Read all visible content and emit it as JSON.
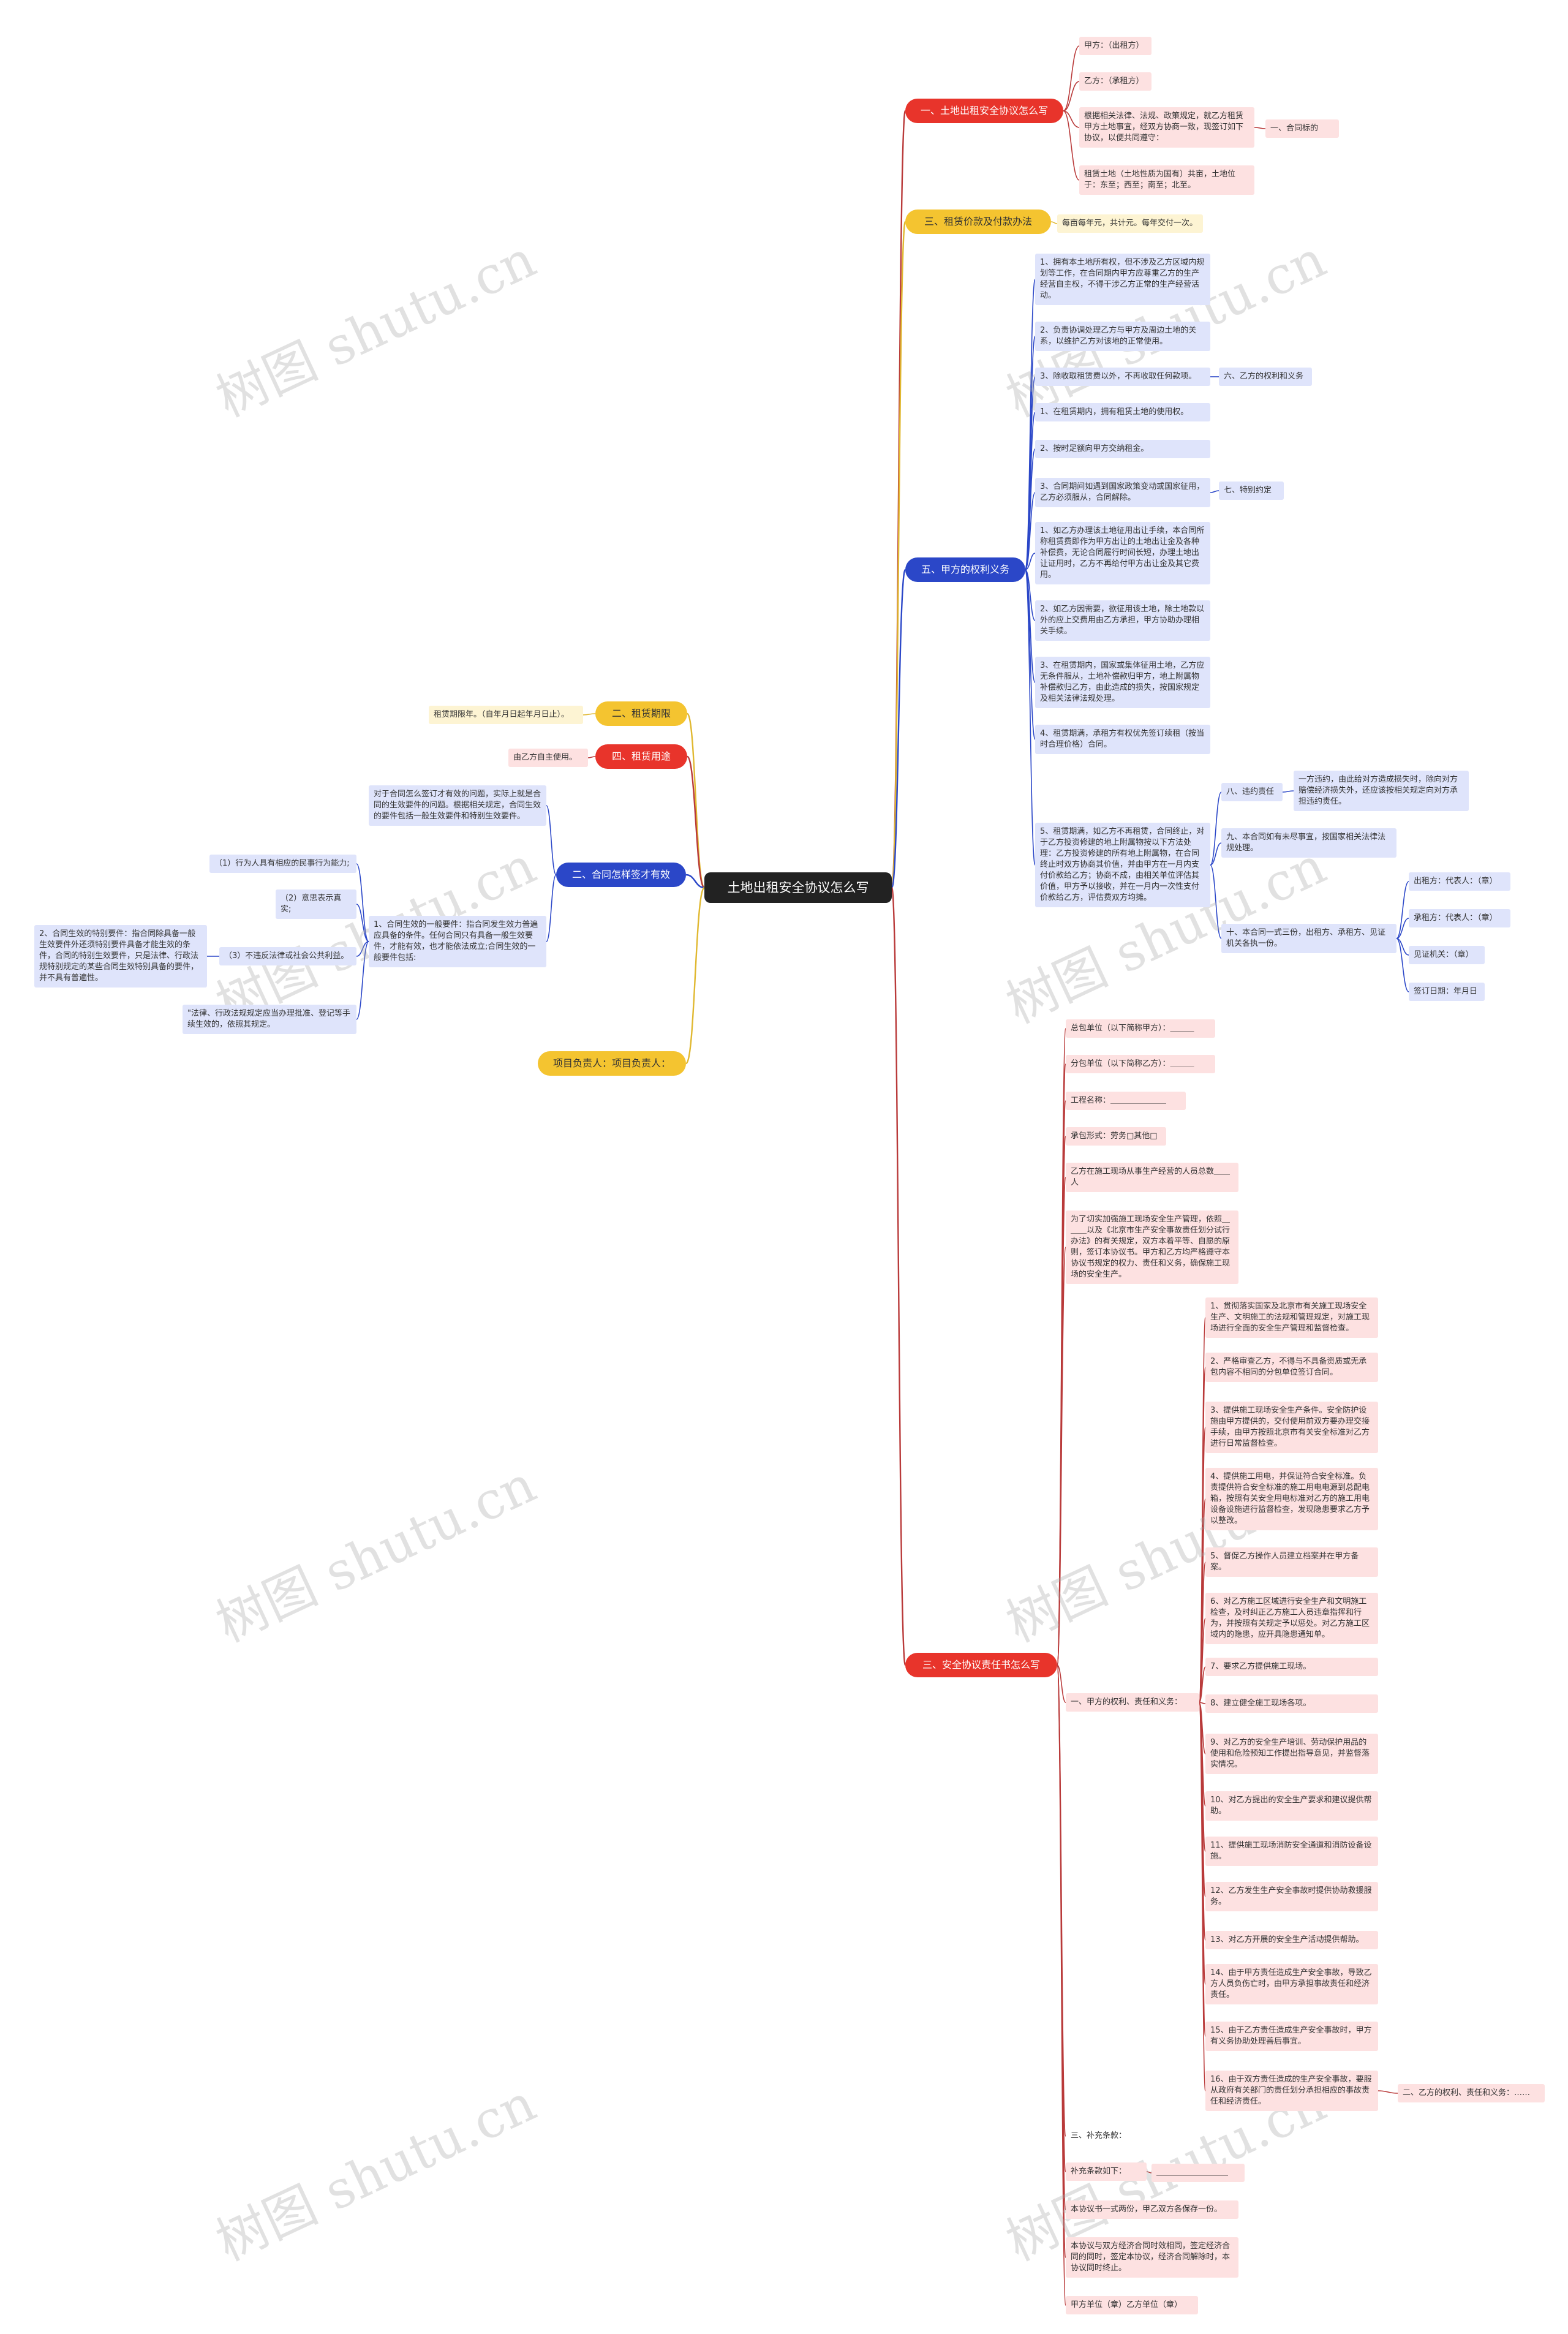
{
  "root": "土地出租安全协议怎么写",
  "colors": {
    "red": "#e8342b",
    "yellow": "#f4c430",
    "blue": "#2b47c8",
    "red_line": "#b93a3a",
    "yellow_line": "#e0b830",
    "blue_line": "#2b47c8"
  },
  "watermark": "树图 shutu.cn",
  "left": {
    "b_qixian": {
      "label": "二、租赁期限",
      "leaf": "租赁期限年。（自年月日起年月日止）。"
    },
    "b_yongtu": {
      "label": "四、租赁用途",
      "leaf": "由乙方自主使用。"
    },
    "b_youxiao": {
      "label": "二、合同怎样签才有效",
      "leaf1": "对于合同怎么签订才有效的问题，实际上就是合同的生效要件的问题。根据相关规定，合同生效的要件包括一般生效要件和特别生效要件。",
      "leaf2": "1、合同生效的一般要件：指合同发生效力普遍应具备的条件。任何合同只有具备一般生效要件，才能有效，也才能依法成立;合同生效的一般要件包括:",
      "sub1": "（1）行为人具有相应的民事行为能力;",
      "sub2": "（2）意思表示真实;",
      "sub3": "（3）不违反法律或社会公共利益。",
      "sub3_leaf": "2、合同生效的特别要件：指合同除具备一般生效要件外还须特别要件具备才能生效的条件，合同的特别生效要件，只是法律、行政法规特别规定的某些合同生效特别具备的要件，并不具有普遍性。",
      "sub4": "\"法律、行政法规规定应当办理批准、登记等手续生效的，依照其规定。"
    },
    "b_fuzeren": {
      "label": "项目负责人：项目负责人："
    }
  },
  "right": {
    "b_xieyi": {
      "label": "一、土地出租安全协议怎么写",
      "leaves": [
        "甲方：（出租方）",
        "乙方：（承租方）",
        "根据相关法律、法规、政策规定，就乙方租赁甲方土地事宜，经双方协商一致，现签订如下协议，以便共同遵守：",
        "租赁土地（土地性质为国有）共亩，土地位于：东至；西至；南至；北至。"
      ],
      "sub": "一、合同标的"
    },
    "b_jiage": {
      "label": "三、租赁价款及付款办法",
      "leaf": "每亩每年元，共计元。每年交付一次。"
    },
    "b_quanli": {
      "label": "五、甲方的权利义务",
      "leaves": [
        "1、拥有本土地所有权，但不涉及乙方区域内规划等工作，在合同期内甲方应尊重乙方的生产经营自主权，不得干涉乙方正常的生产经营活动。",
        "2、负责协调处理乙方与甲方及周边土地的关系，以维护乙方对该地的正常使用。",
        "3、除收取租赁费以外，不再收取任何款项。",
        "1、在租赁期内，拥有租赁土地的使用权。",
        "2、按时足额向甲方交纳租金。",
        "3、合同期间如遇到国家政策变动或国家征用，乙方必须服从，合同解除。",
        "1、如乙方办理该土地征用出让手续，本合同所称租赁费即作为甲方出让的土地出让金及各种补偿费，无论合同履行时间长短，办理土地出让证用时，乙方不再给付甲方出让金及其它费用。",
        "2、如乙方因需要，欲征用该土地，除土地款以外的应上交费用由乙方承担，甲方协助办理相关手续。",
        "3、在租赁期内，国家或集体征用土地，乙方应无条件服从，土地补偿款归甲方，地上附属物补偿款归乙方，由此造成的损失，按国家规定及相关法律法规处理。",
        "4、租赁期满，承租方有权优先签订续租（按当时合理价格）合同。",
        "5、租赁期满，如乙方不再租赁，合同终止，对于乙方投资修建的地上附属物按以下方法处理：乙方投资修建的所有地上附属物，在合同终止时双方协商其价值，并由甲方在一月内支付价款给乙方；协商不成，由相关单位评估其价值，甲方予以接收，并在一月内一次性支付价款给乙方，评估费双方均摊。"
      ],
      "sub6": "六、乙方的权利和义务",
      "sub7": "七、特别约定",
      "sub8": "八、违约责任",
      "sub8_leaf": "一方违约，由此给对方造成损失时，除向对方赔偿经济损失外，还应该按相关规定向对方承担违约责任。",
      "sub9": "九、本合同如有未尽事宜，按国家相关法律法规处理。",
      "sub10": "十、本合同一式三份，出租方、承租方、见证机关各执一份。",
      "sign": [
        "出租方：代表人：（章）",
        "承租方：代表人：（章）",
        "见证机关：（章）",
        "签订日期：年月日"
      ]
    },
    "b_zeren": {
      "label": "三、安全协议责任书怎么写",
      "top": [
        "总包单位（以下简称甲方）：＿＿＿",
        "分包单位（以下简称乙方）：＿＿＿",
        "工程名称：＿＿＿＿＿＿＿",
        "承包形式：劳务□其他□",
        "乙方在施工现场从事生产经营的人员总数＿＿人",
        "为了切实加强施工现场安全生产管理，依照＿＿＿以及《北京市生产安全事故责任划分试行办法》的有关规定，双方本着平等、自愿的原则，签订本协议书。甲方和乙方均严格遵守本协议书规定的权力、责任和义务，确保施工现场的安全生产。"
      ],
      "sub1": "一、甲方的权利、责任和义务：",
      "items": [
        "1、贯彻落实国家及北京市有关施工现场安全生产、文明施工的法规和管理规定，对施工现场进行全面的安全生产管理和监督检查。",
        "2、严格审查乙方，不得与不具备资质或无承包内容不相同的分包单位签订合同。",
        "3、提供施工现场安全生产条件。安全防护设施由甲方提供的，交付使用前双方要办理交接手续，由甲方按照北京市有关安全标准对乙方进行日常监督检查。",
        "4、提供施工用电，并保证符合安全标准。负责提供符合安全标准的施工用电电源到总配电箱，按照有关安全用电标准对乙方的施工用电设备设施进行监督检查，发现隐患要求乙方予以整改。",
        "5、督促乙方操作人员建立档案并在甲方备案。",
        "6、对乙方施工区域进行安全生产和文明施工检查，及时纠正乙方施工人员违章指挥和行为，并按照有关规定予以惩处。对乙方施工区域内的隐患，应开具隐患通知单。",
        "7、要求乙方提供施工现场。",
        "8、建立健全施工现场各项。",
        "9、对乙方的安全生产培训、劳动保护用品的使用和危险预知工作提出指导意见，并监督落实情况。",
        "10、对乙方提出的安全生产要求和建议提供帮助。",
        "11、提供施工现场消防安全通道和消防设备设施。",
        "12、乙方发生生产安全事故时提供协助救援服务。",
        "13、对乙方开展的安全生产活动提供帮助。",
        "14、由于甲方责任造成生产安全事故，导致乙方人员负伤亡时，由甲方承担事故责任和经济责任。",
        "15、由于乙方责任造成生产安全事故时，甲方有义务协助处理善后事宜。",
        "16、由于双方责任造成的生产安全事故，要服从政府有关部门的责任划分承担相应的事故责任和经济责任。"
      ],
      "item16_sub": "二、乙方的权利、责任和义务：……",
      "sub3": "三、补充条款：",
      "sub_buchong": "补充条款如下：",
      "buchong_leaf": "＿＿＿＿＿＿＿＿＿",
      "tail": [
        "本协议书一式两份，甲乙双方各保存一份。",
        "本协议与双方经济合同时效相同，签定经济合同的同时，签定本协议，经济合同解除时，本协议同时终止。",
        "甲方单位（章）乙方单位（章）"
      ]
    }
  }
}
